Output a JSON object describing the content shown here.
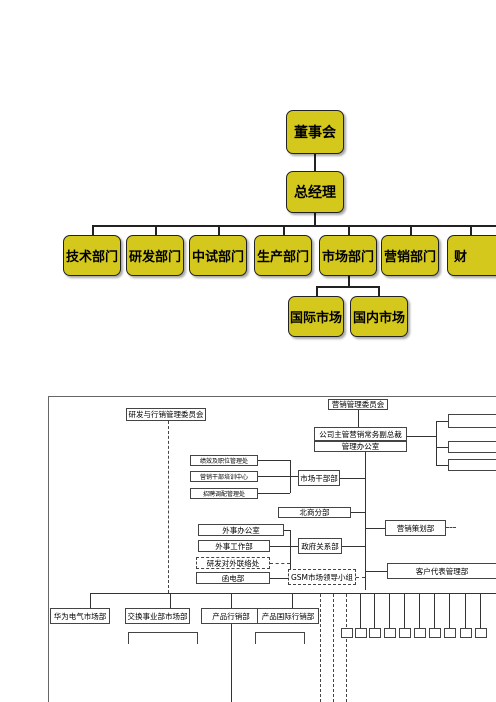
{
  "top_chart": {
    "board": "董事会",
    "gm": "总经理",
    "departments": [
      "技术部门",
      "研发部门",
      "中试部门",
      "生产部门",
      "市场部门",
      "营销部门",
      "财"
    ],
    "market_children": [
      "国际市场",
      "国内市场"
    ]
  },
  "bottom_chart": {
    "committee": "营销管理委员会",
    "rd_committee": "研发与行销管理委员会",
    "vp": "公司主管营销常务副总裁",
    "office": "管理办公室",
    "hr_items": [
      "绩效及职位管理处",
      "营销干部培训中心",
      "招聘调配管理处"
    ],
    "market_cadre": "市场干部部",
    "north_branch": "北商分部",
    "gov_items": [
      "外事办公室",
      "外事工作部",
      "研发对外联络处",
      "函电部"
    ],
    "gov_dept": "政府关系部",
    "planning": "营销策划部",
    "gsm": "GSM市场领导小组",
    "client_mgmt": "客户代表管理部",
    "bottom_row": [
      "华为电气市场部",
      "交换事业部市场部",
      "产品行销部",
      "产品国际行销部"
    ]
  }
}
